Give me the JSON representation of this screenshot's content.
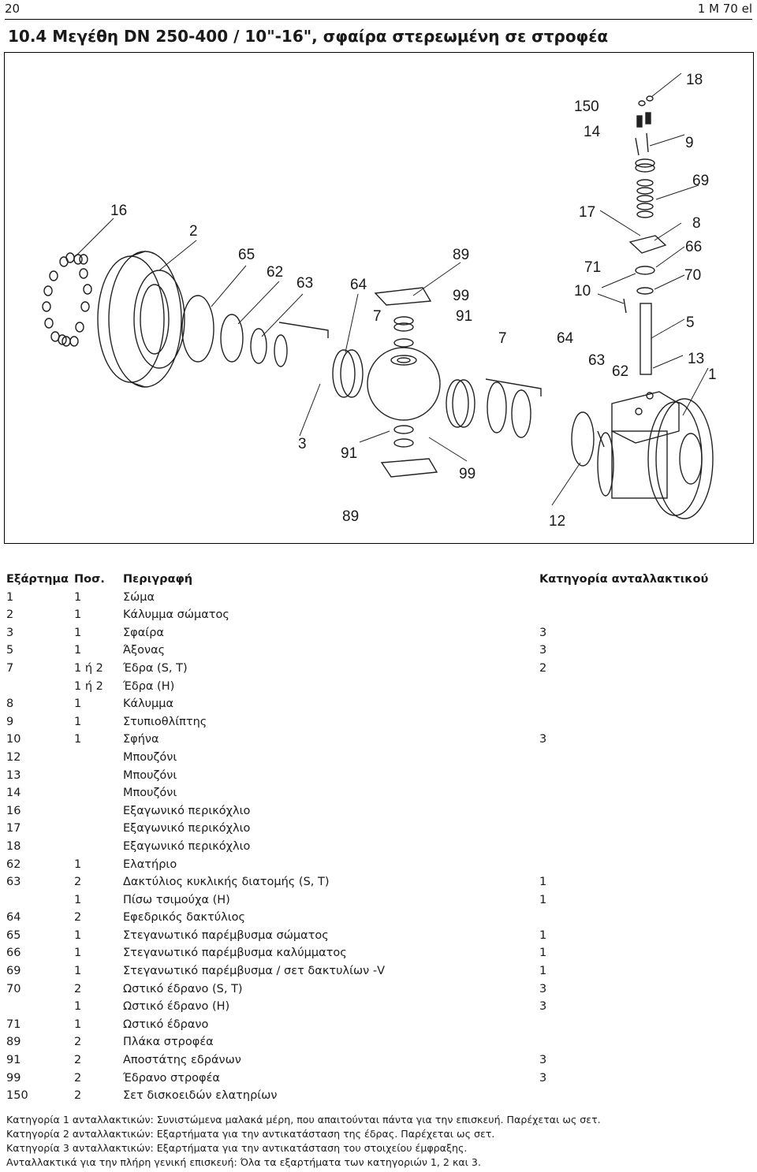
{
  "page": {
    "number": "20",
    "doc_code": "1 M 70 el"
  },
  "section_title": "10.4   Μεγέθη DN 250-400 / 10\"-16\", σφαίρα στερεωμένη σε στροφέα",
  "figure": {
    "callouts": [
      "18",
      "150",
      "14",
      "9",
      "69",
      "16",
      "2",
      "17",
      "8",
      "65",
      "89",
      "66",
      "62",
      "63",
      "64",
      "71",
      "70",
      "99",
      "10",
      "7",
      "91",
      "5",
      "7",
      "64",
      "63",
      "62",
      "13",
      "1",
      "3",
      "91",
      "99",
      "89",
      "12"
    ]
  },
  "table": {
    "headers": {
      "part": "Εξάρτημα",
      "qty": "Ποσ.",
      "description": "Περιγραφή",
      "category": "Κατηγορία ανταλλακτικού"
    },
    "rows": [
      {
        "part": "1",
        "qty": "1",
        "description": "Σώμα",
        "category": ""
      },
      {
        "part": "2",
        "qty": "1",
        "description": "Κάλυμμα σώματος",
        "category": ""
      },
      {
        "part": "3",
        "qty": "1",
        "description": "Σφαίρα",
        "category": "3"
      },
      {
        "part": "5",
        "qty": "1",
        "description": "Άξονας",
        "category": "3"
      },
      {
        "part": "7",
        "qty": "1 ή 2",
        "description": "Έδρα (S, T)",
        "category": "2"
      },
      {
        "part": "",
        "qty": "1 ή 2",
        "description": "Έδρα (H)",
        "category": ""
      },
      {
        "part": "8",
        "qty": "1",
        "description": "Κάλυμμα",
        "category": ""
      },
      {
        "part": "9",
        "qty": "1",
        "description": "Στυπιοθλίπτης",
        "category": ""
      },
      {
        "part": "10",
        "qty": "1",
        "description": "Σφήνα",
        "category": "3"
      },
      {
        "part": "12",
        "qty": "",
        "description": "Μπουζόνι",
        "category": ""
      },
      {
        "part": "13",
        "qty": "",
        "description": "Μπουζόνι",
        "category": ""
      },
      {
        "part": "14",
        "qty": "",
        "description": "Μπουζόνι",
        "category": ""
      },
      {
        "part": "16",
        "qty": "",
        "description": "Εξαγωνικό περικόχλιο",
        "category": ""
      },
      {
        "part": "17",
        "qty": "",
        "description": "Εξαγωνικό περικόχλιο",
        "category": ""
      },
      {
        "part": "18",
        "qty": "",
        "description": "Εξαγωνικό περικόχλιο",
        "category": ""
      },
      {
        "part": "62",
        "qty": "1",
        "description": "Ελατήριο",
        "category": ""
      },
      {
        "part": "63",
        "qty": "2",
        "description": "Δακτύλιος κυκλικής διατομής (S, T)",
        "category": "1"
      },
      {
        "part": "",
        "qty": "1",
        "description": "Πίσω τσιμούχα (H)",
        "category": "1"
      },
      {
        "part": "64",
        "qty": "2",
        "description": "Εφεδρικός δακτύλιος",
        "category": ""
      },
      {
        "part": "65",
        "qty": "1",
        "description": "Στεγανωτικό παρέμβυσμα σώματος",
        "category": "1"
      },
      {
        "part": "66",
        "qty": "1",
        "description": "Στεγανωτικό παρέμβυσμα καλύμματος",
        "category": "1"
      },
      {
        "part": "69",
        "qty": "1",
        "description": "Στεγανωτικό παρέμβυσμα / σετ δακτυλίων -V",
        "category": "1"
      },
      {
        "part": "70",
        "qty": "2",
        "description": "Ωστικό έδρανο (S, T)",
        "category": "3"
      },
      {
        "part": "",
        "qty": "1",
        "description": "Ωστικό έδρανο (H)",
        "category": "3"
      },
      {
        "part": "71",
        "qty": "1",
        "description": "Ωστικό έδρανο",
        "category": ""
      },
      {
        "part": "89",
        "qty": "2",
        "description": "Πλάκα στροφέα",
        "category": ""
      },
      {
        "part": "91",
        "qty": "2",
        "description": "Αποστάτης εδράνων",
        "category": "3"
      },
      {
        "part": "99",
        "qty": "2",
        "description": "Έδρανο στροφέα",
        "category": "3"
      },
      {
        "part": "150",
        "qty": "2",
        "description": "Σετ δισκοειδών ελατηρίων",
        "category": ""
      }
    ]
  },
  "notes": [
    "Κατηγορία 1 ανταλλακτικών: Συνιστώμενα μαλακά μέρη, που απαιτούνται πάντα για την επισκευή. Παρέχεται ως σετ.",
    "Κατηγορία 2 ανταλλακτικών: Εξαρτήματα για την αντικατάσταση της έδρας. Παρέχεται ως σετ.",
    "Κατηγορία 3 ανταλλακτικών: Εξαρτήματα για την αντικατάσταση του στοιχείου έμφραξης.",
    "Ανταλλακτικά για την πλήρη γενική επισκευή: Όλα τα εξαρτήματα των κατηγοριών 1, 2 και 3."
  ]
}
